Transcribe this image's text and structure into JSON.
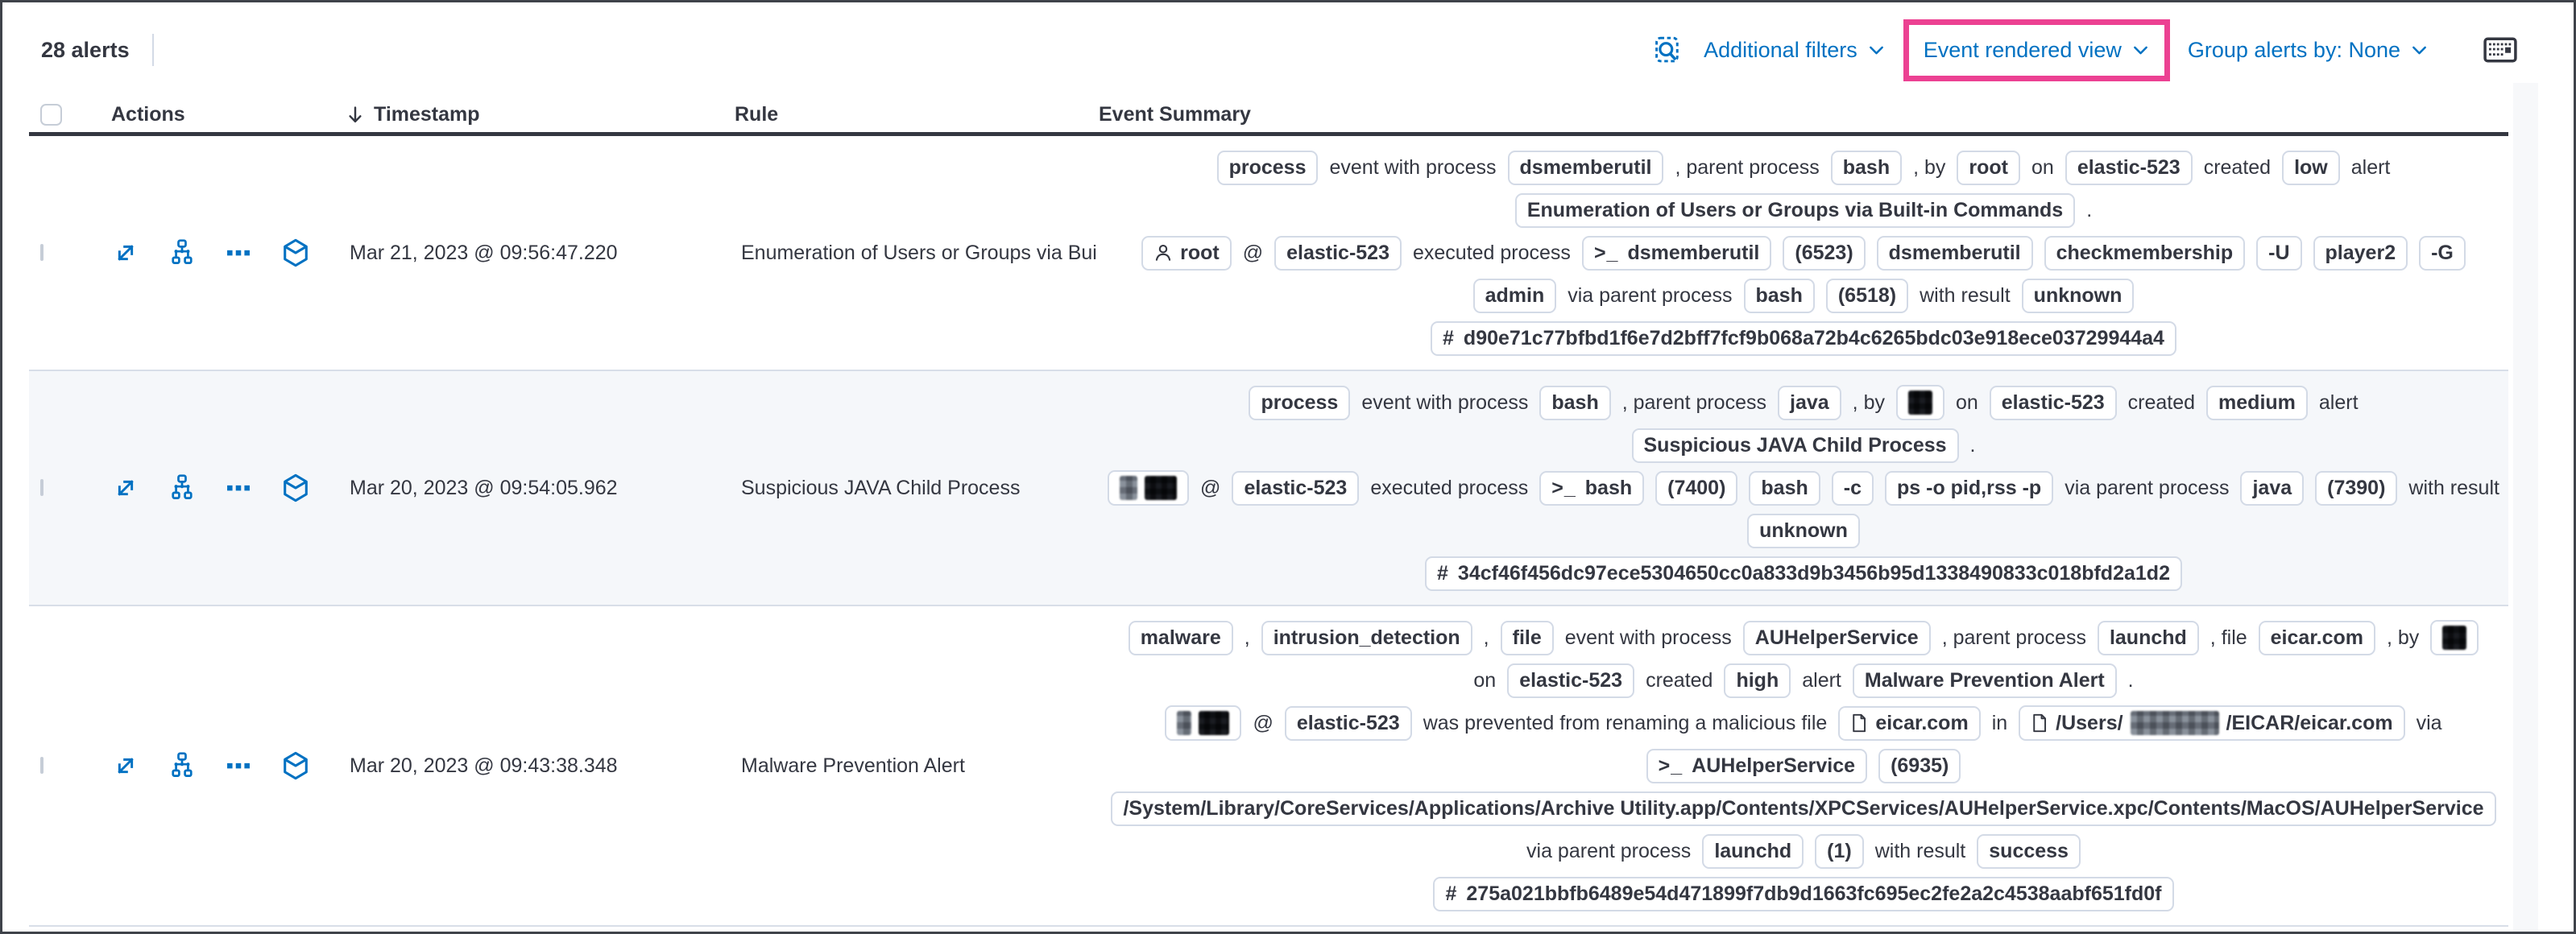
{
  "toolbar": {
    "alert_count": "28 alerts",
    "additional_filters": "Additional filters",
    "view_selector": "Event rendered view",
    "group_by": "Group alerts by: None"
  },
  "annotation": {
    "highlight_color": "#ec4192"
  },
  "table": {
    "headers": {
      "actions": "Actions",
      "timestamp": "Timestamp",
      "rule": "Rule",
      "summary": "Event Summary"
    }
  },
  "rows": [
    {
      "shaded": false,
      "timestamp": "Mar 21, 2023 @ 09:56:47.220",
      "rule": "Enumeration of Users or Groups via Bui",
      "lines": [
        [
          {
            "k": "b",
            "v": "process"
          },
          {
            "k": "t",
            "v": "event with process"
          },
          {
            "k": "b",
            "v": "dsmemberutil"
          },
          {
            "k": "t",
            "v": ", parent process"
          },
          {
            "k": "b",
            "v": "bash"
          },
          {
            "k": "t",
            "v": ", by"
          },
          {
            "k": "b",
            "v": "root"
          },
          {
            "k": "t",
            "v": "on"
          },
          {
            "k": "b",
            "v": "elastic-523"
          },
          {
            "k": "t",
            "v": "created"
          },
          {
            "k": "b",
            "v": "low"
          },
          {
            "k": "t",
            "v": "alert"
          }
        ],
        [
          {
            "k": "b",
            "v": "Enumeration of Users or Groups via Built-in Commands"
          },
          {
            "k": "t",
            "v": "."
          }
        ],
        [
          {
            "k": "b",
            "v": "root",
            "icon": "user"
          },
          {
            "k": "t",
            "v": "@"
          },
          {
            "k": "b",
            "v": "elastic-523"
          },
          {
            "k": "t",
            "v": "executed process"
          },
          {
            "k": "b",
            "v": "dsmemberutil",
            "icon": "terminal"
          },
          {
            "k": "b",
            "v": "(6523)"
          },
          {
            "k": "b",
            "v": "dsmemberutil"
          },
          {
            "k": "b",
            "v": "checkmembership"
          },
          {
            "k": "b",
            "v": "-U"
          },
          {
            "k": "b",
            "v": "player2"
          },
          {
            "k": "b",
            "v": "-G"
          }
        ],
        [
          {
            "k": "b",
            "v": "admin"
          },
          {
            "k": "t",
            "v": "via parent process"
          },
          {
            "k": "b",
            "v": "bash"
          },
          {
            "k": "b",
            "v": "(6518)"
          },
          {
            "k": "t",
            "v": "with result"
          },
          {
            "k": "b",
            "v": "unknown"
          }
        ],
        [
          {
            "k": "hash",
            "v": "d90e71c77bfbd1f6e7d2bff7fcf9b068a72b4c6265bdc03e918ece03729944a4"
          }
        ]
      ]
    },
    {
      "shaded": true,
      "timestamp": "Mar 20, 2023 @ 09:54:05.962",
      "rule": "Suspicious JAVA Child Process",
      "lines": [
        [
          {
            "k": "b",
            "v": "process"
          },
          {
            "k": "t",
            "v": "event with process"
          },
          {
            "k": "b",
            "v": "bash"
          },
          {
            "k": "t",
            "v": ", parent process"
          },
          {
            "k": "b",
            "v": "java"
          },
          {
            "k": "t",
            "v": ", by"
          },
          {
            "k": "redact",
            "style": "dark",
            "w": 30
          },
          {
            "k": "t",
            "v": "on"
          },
          {
            "k": "b",
            "v": "elastic-523"
          },
          {
            "k": "t",
            "v": "created"
          },
          {
            "k": "b",
            "v": "medium"
          },
          {
            "k": "t",
            "v": "alert"
          }
        ],
        [
          {
            "k": "b",
            "v": "Suspicious JAVA Child Process"
          },
          {
            "k": "t",
            "v": "."
          }
        ],
        [
          {
            "k": "redact2",
            "w1": 22,
            "w2": 40
          },
          {
            "k": "t",
            "v": "@"
          },
          {
            "k": "b",
            "v": "elastic-523"
          },
          {
            "k": "t",
            "v": "executed process"
          },
          {
            "k": "b",
            "v": "bash",
            "icon": "terminal"
          },
          {
            "k": "b",
            "v": "(7400)"
          },
          {
            "k": "b",
            "v": "bash"
          },
          {
            "k": "b",
            "v": "-c"
          },
          {
            "k": "b",
            "v": "ps -o pid,rss -p"
          },
          {
            "k": "t",
            "v": "via parent process"
          },
          {
            "k": "b",
            "v": "java"
          },
          {
            "k": "b",
            "v": "(7390)"
          },
          {
            "k": "t",
            "v": "with result"
          }
        ],
        [
          {
            "k": "b",
            "v": "unknown"
          }
        ],
        [
          {
            "k": "hash",
            "v": "34cf46f456dc97ece5304650cc0a833d9b3456b95d1338490833c018bfd2a1d2"
          }
        ]
      ]
    },
    {
      "shaded": false,
      "timestamp": "Mar 20, 2023 @ 09:43:38.348",
      "rule": "Malware Prevention Alert",
      "lines": [
        [
          {
            "k": "b",
            "v": "malware"
          },
          {
            "k": "t",
            "v": ","
          },
          {
            "k": "b",
            "v": "intrusion_detection"
          },
          {
            "k": "t",
            "v": ","
          },
          {
            "k": "b",
            "v": "file"
          },
          {
            "k": "t",
            "v": "event with process"
          },
          {
            "k": "b",
            "v": "AUHelperService"
          },
          {
            "k": "t",
            "v": ", parent process"
          },
          {
            "k": "b",
            "v": "launchd"
          },
          {
            "k": "t",
            "v": ", file"
          },
          {
            "k": "b",
            "v": "eicar.com"
          },
          {
            "k": "t",
            "v": ", by"
          },
          {
            "k": "redact",
            "style": "dark",
            "w": 30
          }
        ],
        [
          {
            "k": "t",
            "v": "on"
          },
          {
            "k": "b",
            "v": "elastic-523"
          },
          {
            "k": "t",
            "v": "created"
          },
          {
            "k": "b",
            "v": "high"
          },
          {
            "k": "t",
            "v": "alert"
          },
          {
            "k": "b",
            "v": "Malware Prevention Alert"
          },
          {
            "k": "t",
            "v": "."
          }
        ],
        [
          {
            "k": "redact2",
            "w1": 18,
            "w2": 38
          },
          {
            "k": "t",
            "v": "@"
          },
          {
            "k": "b",
            "v": "elastic-523"
          },
          {
            "k": "t",
            "v": "was prevented from renaming a malicious file"
          },
          {
            "k": "b",
            "v": "eicar.com",
            "icon": "document"
          },
          {
            "k": "t",
            "v": "in"
          },
          {
            "k": "b",
            "icon": "document",
            "parts": [
              {
                "t": "/Users/"
              },
              {
                "r": 110
              },
              {
                "t": "/EICAR/eicar.com"
              }
            ]
          },
          {
            "k": "t",
            "v": "via"
          }
        ],
        [
          {
            "k": "b",
            "v": "AUHelperService",
            "icon": "terminal"
          },
          {
            "k": "b",
            "v": "(6935)"
          }
        ],
        [
          {
            "k": "b",
            "v": "/System/Library/CoreServices/Applications/Archive Utility.app/Contents/XPCServices/AUHelperService.xpc/Contents/MacOS/AUHelperService"
          }
        ],
        [
          {
            "k": "t",
            "v": "via parent process"
          },
          {
            "k": "b",
            "v": "launchd"
          },
          {
            "k": "b",
            "v": "(1)"
          },
          {
            "k": "t",
            "v": "with result"
          },
          {
            "k": "b",
            "v": "success"
          }
        ],
        [
          {
            "k": "hash",
            "v": "275a021bbfb6489e54d471899f7db9d1663fc695ec2fe2a2c4538aabf651fd0f"
          }
        ]
      ]
    }
  ]
}
